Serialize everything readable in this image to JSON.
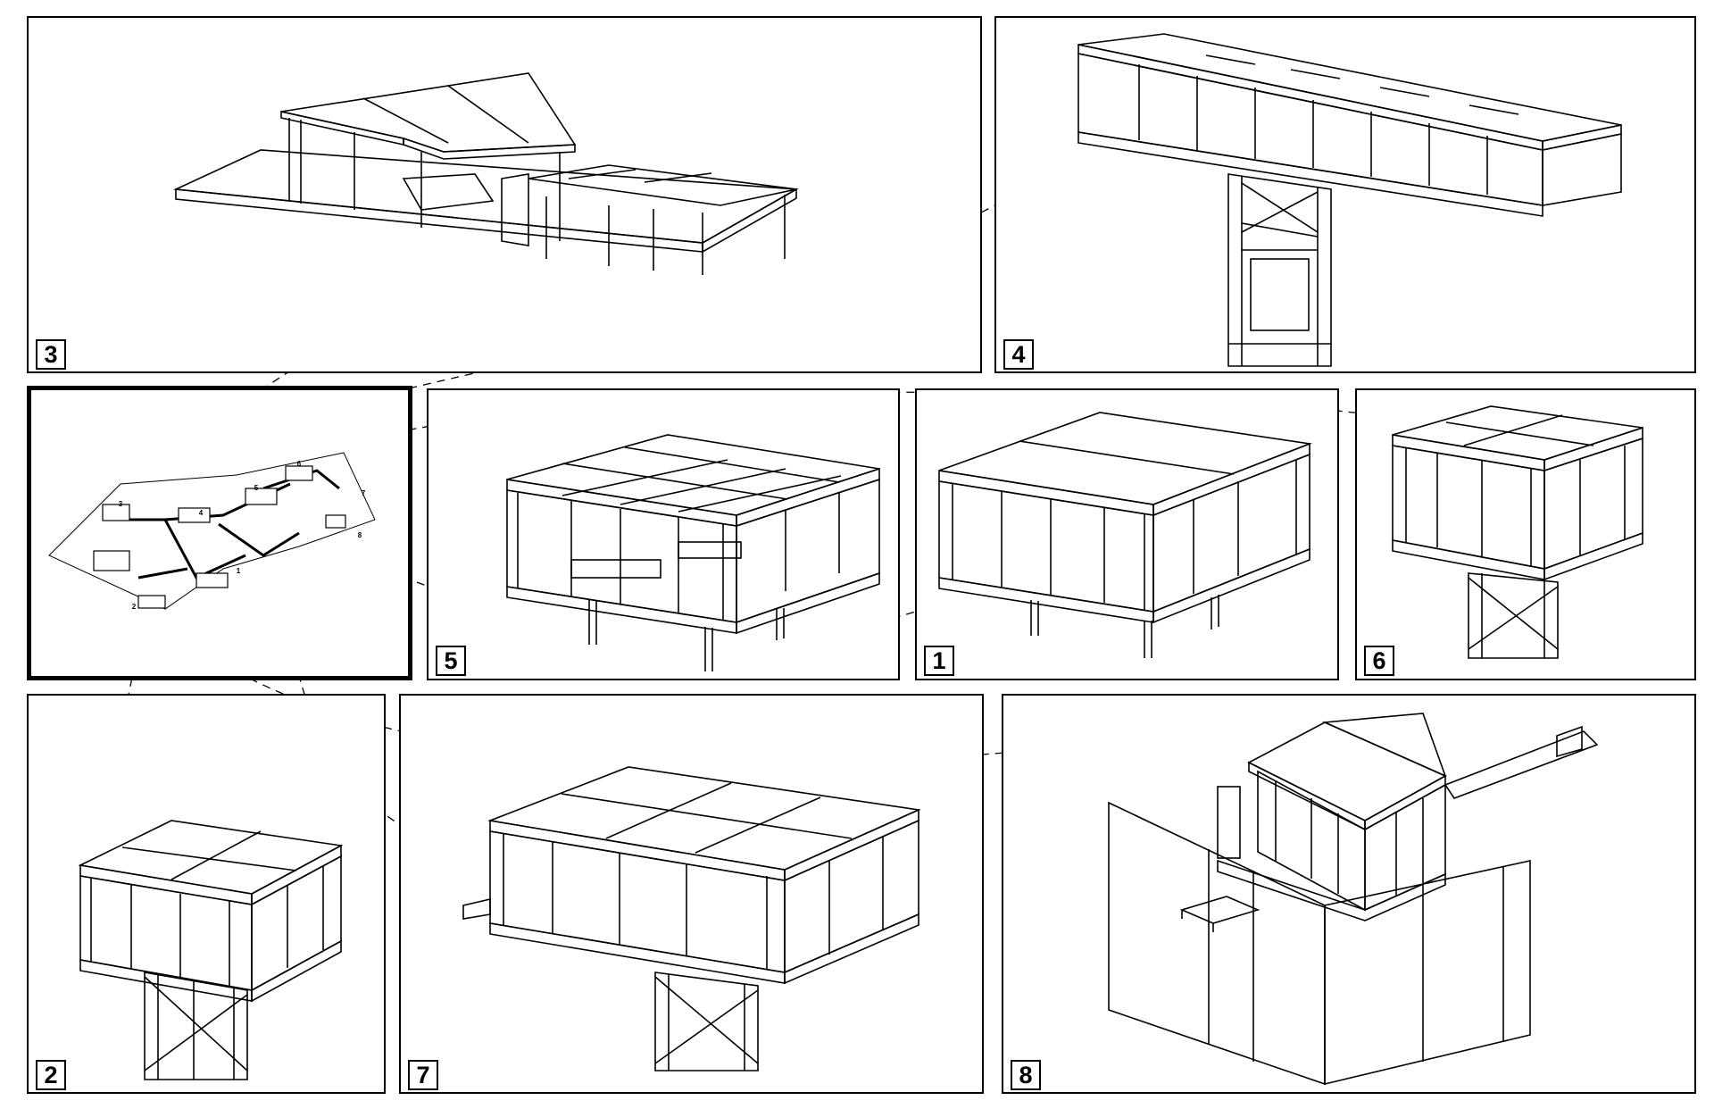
{
  "panels": [
    {
      "id": "3",
      "label": "3"
    },
    {
      "id": "4",
      "label": "4"
    },
    {
      "id": "5",
      "label": "5"
    },
    {
      "id": "1",
      "label": "1"
    },
    {
      "id": "6",
      "label": "6"
    },
    {
      "id": "2",
      "label": "2"
    },
    {
      "id": "7",
      "label": "7"
    },
    {
      "id": "8",
      "label": "8"
    }
  ],
  "site_plan": {
    "markers": [
      "1",
      "2",
      "3",
      "4",
      "5",
      "6",
      "7",
      "8"
    ]
  },
  "colors": {
    "line": "#000000",
    "background": "#ffffff"
  }
}
